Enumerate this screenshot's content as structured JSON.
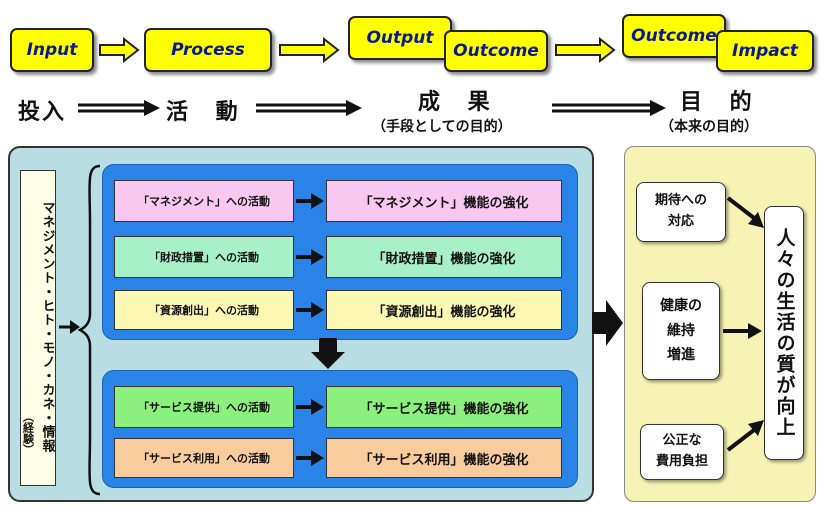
{
  "top_row": {
    "input": "Input",
    "process": "Process",
    "output": "Output",
    "outcome1": "Outcome",
    "outcome2": "Outcome",
    "impact": "Impact"
  },
  "stages": {
    "input_label": "投入",
    "activity_label": "活 動",
    "result_label": "成 果",
    "result_sub": "（手段としての目的）",
    "purpose_label": "目 的",
    "purpose_sub": "（本来の目的）"
  },
  "resources_label": "マネジメント・ヒト・モノ・カネ・情報",
  "resources_sub": "（経験）",
  "activities": [
    {
      "activity": "「マネジメント」への活動",
      "function": "「マネジメント」機能の強化",
      "color": "#f8c8f0"
    },
    {
      "activity": "「財政措置」への活動",
      "function": "「財政措置」機能の強化",
      "color": "#a8f0c8"
    },
    {
      "activity": "「資源創出」への活動",
      "function": "「資源創出」機能の強化",
      "color": "#fcf8b4"
    },
    {
      "activity": "「サービス提供」への活動",
      "function": "「サービス提供」機能の強化",
      "color": "#8cf07c"
    },
    {
      "activity": "「サービス利用」への活動",
      "function": "「サービス利用」機能の強化",
      "color": "#f8cc9c"
    }
  ],
  "outcomes": {
    "expectation": "期待への対応",
    "expectation_l1": "期待への",
    "expectation_l2": "対応",
    "health_l1": "健康の",
    "health_l2": "維持",
    "health_l3": "増進",
    "fair_l1": "公正な",
    "fair_l2": "費用負担",
    "quality": "人々の生活の質が向上"
  },
  "colors": {
    "top_box": "#ffff00",
    "top_text": "#0a1a8c",
    "teal_panel": "#b8dde2",
    "blue_panel": "#2a84e8",
    "cream_panel": "#f6f3b4"
  }
}
